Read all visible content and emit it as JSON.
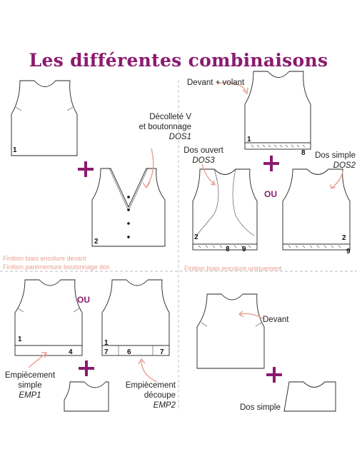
{
  "title": "Les différentes combinaisons",
  "labels": {
    "decollete_v": "Décolleté V",
    "et_boutonnage": "et boutonnage",
    "dos1": "DOS1",
    "devant_volant": "Devant + volant",
    "dos_ouvert": "Dos ouvert",
    "dos3": "DOS3",
    "dos_simple_1": "Dos simple",
    "dos2": "DOS2",
    "ou": "OU",
    "empiecement_simple_1": "Empiècement",
    "empiecement_simple_2": "simple",
    "emp1": "EMP1",
    "empiecement_decoupe_1": "Empiècement",
    "empiecement_decoupe_2": "découpe",
    "emp2": "EMP2",
    "devant": "Devant",
    "dos_simple_2": "Dos simple"
  },
  "notes": {
    "finition_devant": "Finition biais encolure devant",
    "finition_dos": "Finition parementure boutonnage dos",
    "finition_unique": "Finition biais encolure uniquement"
  },
  "piece_numbers": {
    "q1_front": "1",
    "q1_back": "2",
    "q2_front_1": "1",
    "q2_front_8": "8",
    "q2_back3_2": "2",
    "q2_back3_8": "8",
    "q2_back3_9": "9",
    "q2_back2_2": "2",
    "q2_back2_9": "9",
    "q3_a_1": "1",
    "q3_a_4": "4",
    "q3_b_1": "1",
    "q3_b_7a": "7",
    "q3_b_6": "6",
    "q3_b_7b": "7"
  },
  "colors": {
    "title": "#8b1a6e",
    "plus": "#8b1a6e",
    "arrow": "#e8a090",
    "note": "#e8a090"
  }
}
